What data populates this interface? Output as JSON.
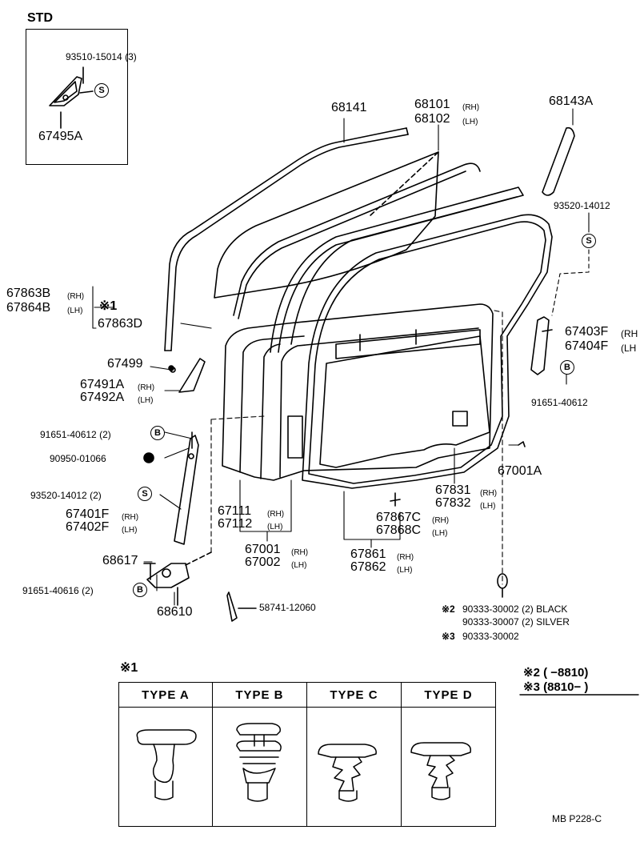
{
  "std_box": {
    "title": "STD",
    "bolt": "93510-15014 (3)",
    "badge": "S",
    "part": "67495A"
  },
  "labels": {
    "p68141": "68141",
    "p68101": "68101",
    "p68101_side": "(RH)",
    "p68102": "68102",
    "p68102_side": "(LH)",
    "p68143A": "68143A",
    "p93520_top": "93520-14012",
    "p67863B": "67863B",
    "p67863B_side": "(RH)",
    "p67864B": "67864B",
    "p67864B_side": "(LH)",
    "ref1": "※1",
    "p67863D": "67863D",
    "p67403F": "67403F",
    "p67403F_side": "(RH",
    "p67404F": "67404F",
    "p67404F_side": "(LH",
    "p67499": "67499",
    "p67491A": "67491A",
    "p67491A_side": "(RH)",
    "p67492A": "67492A",
    "p67492A_side": "(LH)",
    "p91651_right": "91651-40612",
    "p91651_left": "91651-40612 (2)",
    "p90950": "90950-01066",
    "p67001A": "67001A",
    "p93520_left": "93520-14012 (2)",
    "p67831": "67831",
    "p67831_side": "(RH)",
    "p67832": "67832",
    "p67832_side": "(LH)",
    "p67401F": "67401F",
    "p67401F_side": "(RH)",
    "p67402F": "67402F",
    "p67402F_side": "(LH)",
    "p67111": "67111",
    "p67111_side": "(RH)",
    "p67112": "67112",
    "p67112_side": "(LH)",
    "p67867C": "67867C",
    "p67867C_side": "(RH)",
    "p67868C": "67868C",
    "p67868C_side": "(LH)",
    "p68617": "68617",
    "p67001": "67001",
    "p67001_side": "(RH)",
    "p67002": "67002",
    "p67002_side": "(LH)",
    "p67861": "67861",
    "p67861_side": "(RH)",
    "p67862": "67862",
    "p67862_side": "(LH)",
    "p91651_40616": "91651-40616 (2)",
    "p68610": "68610",
    "p58741": "58741-12060",
    "ref2_mark": "※2",
    "p90333_black": "90333-30002 (2) BLACK",
    "p90333_silver": "90333-30007 (2) SILVER",
    "ref3_mark": "※3",
    "p90333_3": "90333-30002"
  },
  "badges": {
    "s": "S",
    "b": "B"
  },
  "types_table": {
    "ref": "※1",
    "headers": [
      "TYPE  A",
      "TYPE  B",
      "TYPE  C",
      "TYPE  D"
    ]
  },
  "notes": {
    "n2_mark": "※2",
    "n2_text": "(        −8810)",
    "n3_mark": "※3",
    "n3_text": "(8810−        )"
  },
  "footer": "MB  P228-C"
}
